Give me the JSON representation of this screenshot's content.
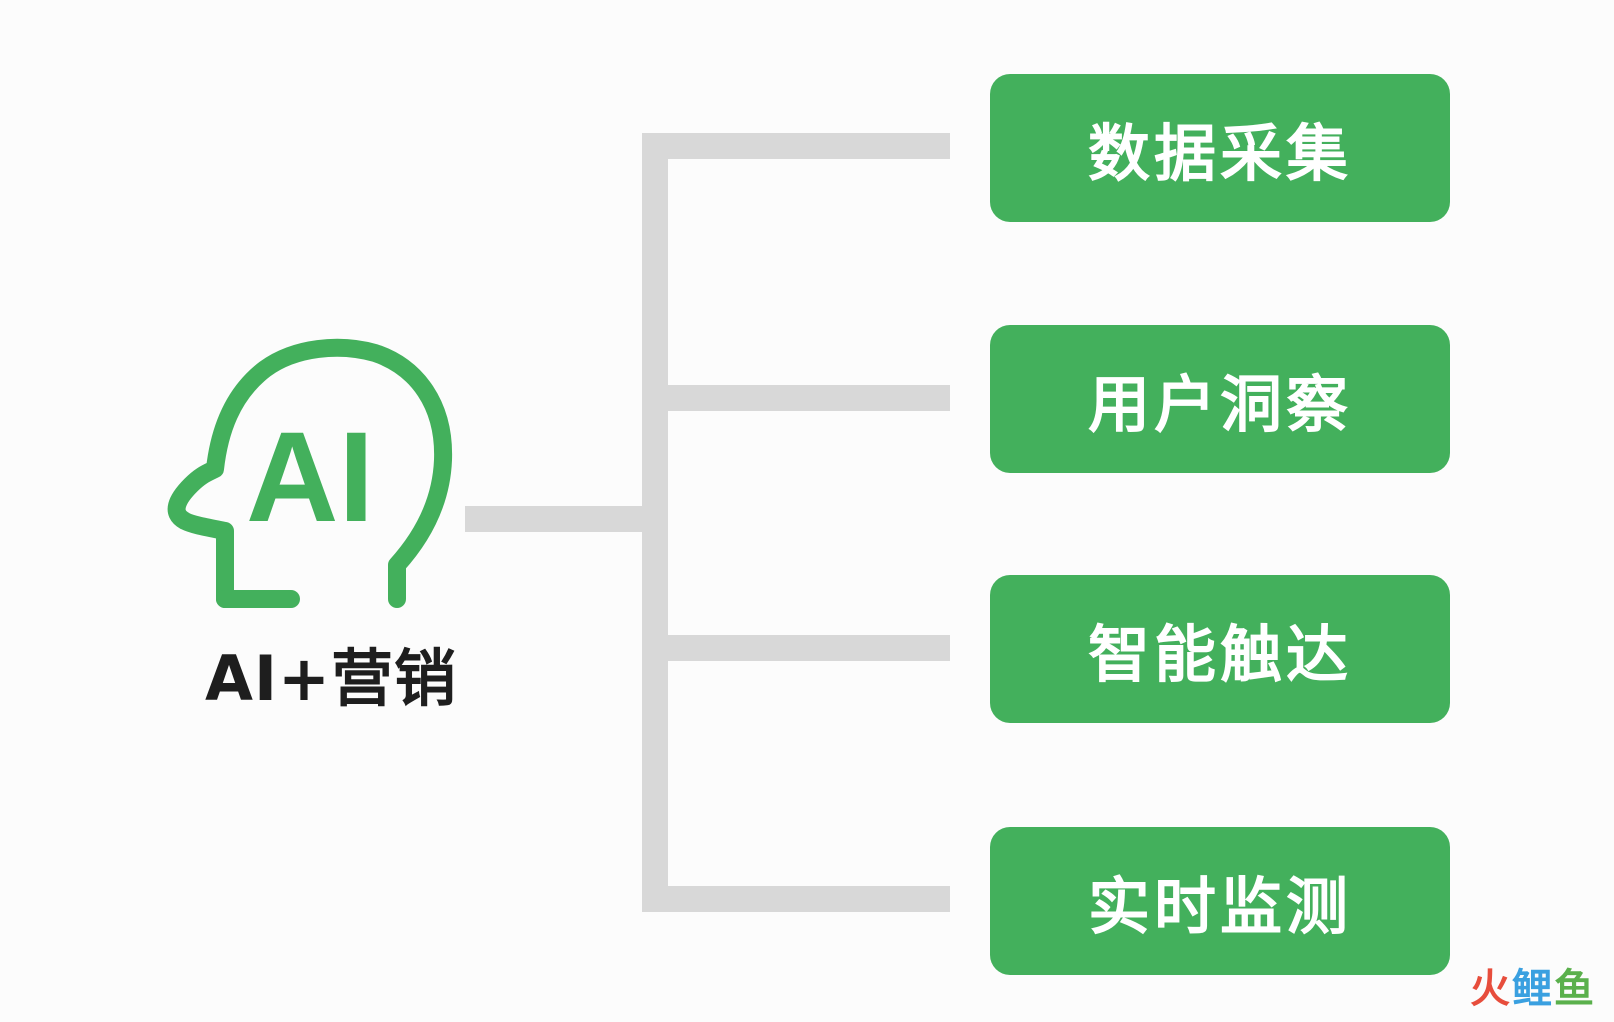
{
  "colors": {
    "accent": "#43b05c",
    "connector": "#d8d8d8",
    "box_text": "#ffffff",
    "caption_text": "#1e1e1e"
  },
  "root": {
    "icon": "ai-head-icon",
    "icon_text": "AI",
    "caption": "AI+营销"
  },
  "branches": [
    {
      "label": "数据采集"
    },
    {
      "label": "用户洞察"
    },
    {
      "label": "智能触达"
    },
    {
      "label": "实时监测"
    }
  ],
  "watermark": {
    "part1": "火",
    "part2": "鲤",
    "part3": "鱼"
  }
}
